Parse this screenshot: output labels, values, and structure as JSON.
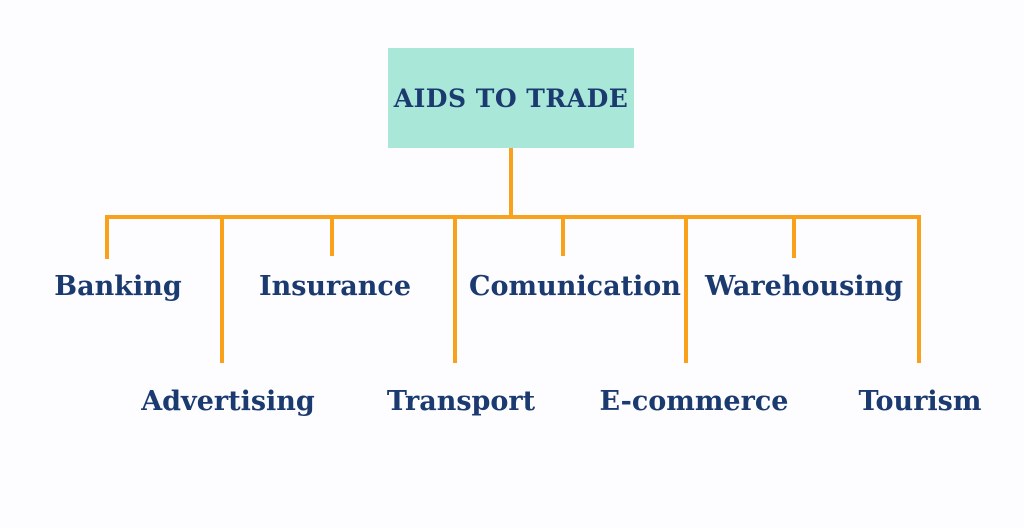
{
  "title": "AIDS TO TRADE",
  "branches": {
    "top_row": [
      "Banking",
      "Insurance",
      "Comunication",
      "Warehousing"
    ],
    "bottom_row": [
      "Advertising",
      "Transport",
      "E-commerce",
      "Tourism"
    ]
  },
  "colors": {
    "background": "#fdfdff",
    "box_fill": "#a9e7d9",
    "connector": "#f9a11b",
    "text": "#1b3a70"
  }
}
